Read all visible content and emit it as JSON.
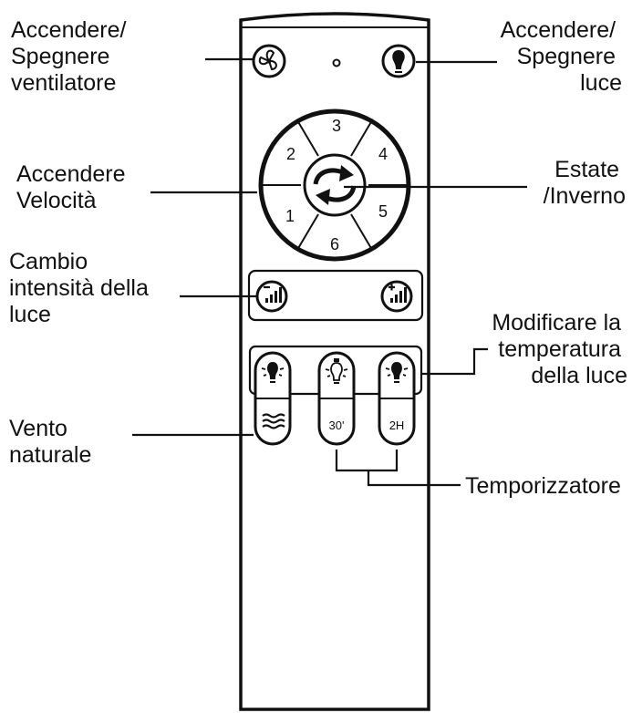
{
  "labels": {
    "fan_power": [
      "Accendere/",
      "Spegnere",
      "ventilatore"
    ],
    "light_power": [
      "Accendere/",
      "Spegnere",
      "luce"
    ],
    "speed": [
      "Accendere",
      "Velocità"
    ],
    "season": [
      "Estate",
      "/Inverno"
    ],
    "dimmer": [
      "Cambio",
      "intensità della",
      "luce"
    ],
    "color_temp": [
      "Modificare la",
      "temperatura",
      "della luce"
    ],
    "natural_wind": [
      "Vento",
      "naturale"
    ],
    "timer": [
      "Temporizzatore"
    ]
  },
  "speed_dial": [
    "3",
    "4",
    "5",
    "6",
    "1",
    "2"
  ],
  "timer_buttons": {
    "t30": "30'",
    "t2h": "2H"
  },
  "icons": {
    "fan_power": "fan-icon",
    "light_power": "bulb-icon",
    "season": "swap-arrows-icon",
    "dim_down": "brightness-down-icon",
    "dim_up": "brightness-up-icon",
    "cool_light": "bulb-dark-icon",
    "warm_light": "bulb-outline-icon",
    "natural_wind": "wind-waves-icon"
  },
  "colors": {
    "ink": "#111111",
    "paper": "#ffffff"
  }
}
